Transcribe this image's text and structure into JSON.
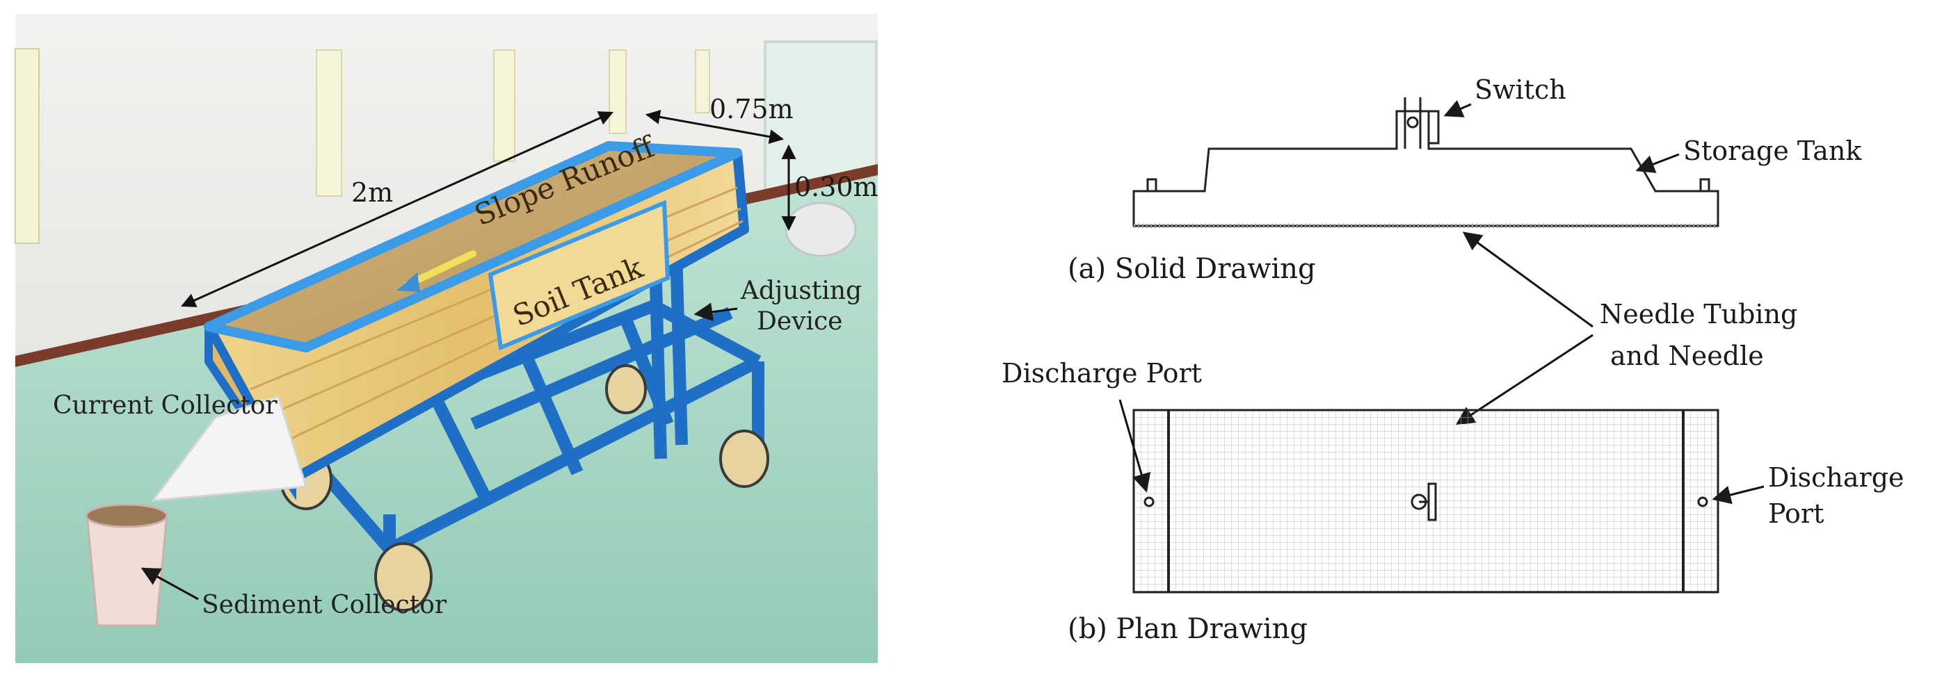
{
  "photo": {
    "labels": {
      "slope_runoff": "Slope Runoff",
      "soil_tank": "Soil Tank",
      "adjusting_device_1": "Adjusting",
      "adjusting_device_2": "Device",
      "current_collector": "Current Collector",
      "sediment_collector": "Sediment Collector",
      "dim_length": "2m",
      "dim_width": "0.75m",
      "dim_height": "0.30m"
    },
    "colors": {
      "frame_blue": "#1f6fc6",
      "frame_light": "#3b9be6",
      "soil": "#c7a86a",
      "wood": "#e8c97a",
      "floor": "#a9d7c6",
      "wall": "#ececea"
    }
  },
  "drawing": {
    "switch": "Switch",
    "storage_tank": "Storage Tank",
    "solid_caption": "(a) Solid Drawing",
    "needle_1": "Needle Tubing",
    "needle_2": "and Needle",
    "discharge_left": "Discharge Port",
    "discharge_right_1": "Discharge",
    "discharge_right_2": "Port",
    "plan_caption": "(b) Plan Drawing"
  }
}
